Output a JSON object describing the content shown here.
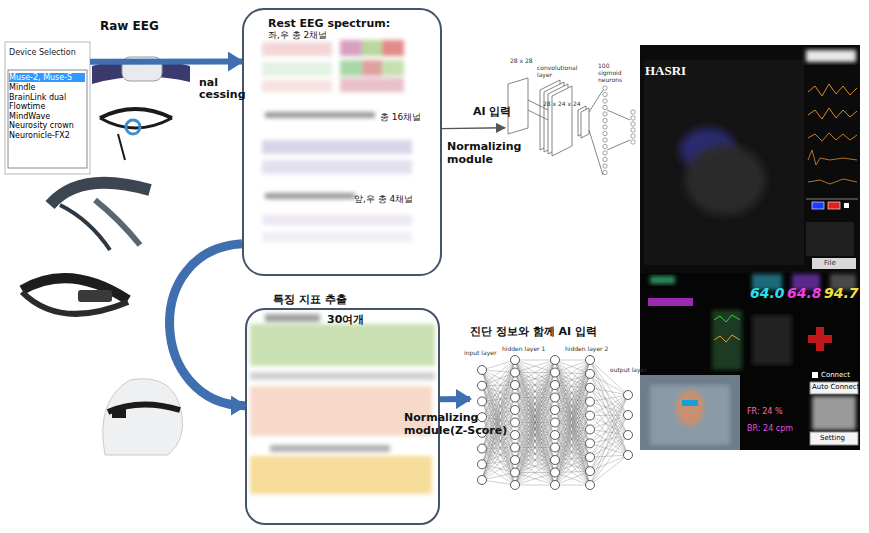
{
  "diagram": {
    "nodes": [
      {
        "text": [
          "Device Selection",
          "Muse-2, Muse-S",
          "Mindle",
          "BrainLink dual",
          "Flowtime",
          "MindWave",
          "Neurosity crown",
          "Neuronicle-FX2"
        ]
      },
      {
        "text": [
          "Rest EEG spectrum:",
          "좌,우 총 2채널",
          "총 16채널",
          "앞,우 총 4채널"
        ]
      },
      {
        "text": [
          "28 x 28",
          "convolutional layer",
          "28 x 24 x 24",
          "100 sigmoid neurons"
        ]
      },
      {
        "text": [
          "HASRI",
          "File",
          "64.0",
          "64.8",
          "94.7",
          "Connect",
          "Auto Connect",
          "FR: 24 %",
          "BR: 24 cpm",
          "Setting"
        ]
      },
      {
        "text": [
          "특징 지표 추출",
          "30여개"
        ]
      },
      {
        "text": [
          "input layer",
          "hidden layer 1",
          "hidden layer 2",
          "output layer"
        ]
      }
    ],
    "edges": [
      {
        "from": 0,
        "to": 1,
        "arrow": "to"
      },
      {
        "from": 1,
        "to": 2,
        "label": "AI 입력",
        "arrow": "to"
      },
      {
        "from": 1,
        "to": 4,
        "arrow": "to"
      },
      {
        "from": 4,
        "to": 5,
        "label": "Normalizing module(Z-Score)",
        "arrow": "to"
      }
    ],
    "labels": [
      "Raw EEG",
      "nal",
      "cessing",
      "Normalizing module",
      "진단 정보와 함께 AI 입력"
    ]
  }
}
